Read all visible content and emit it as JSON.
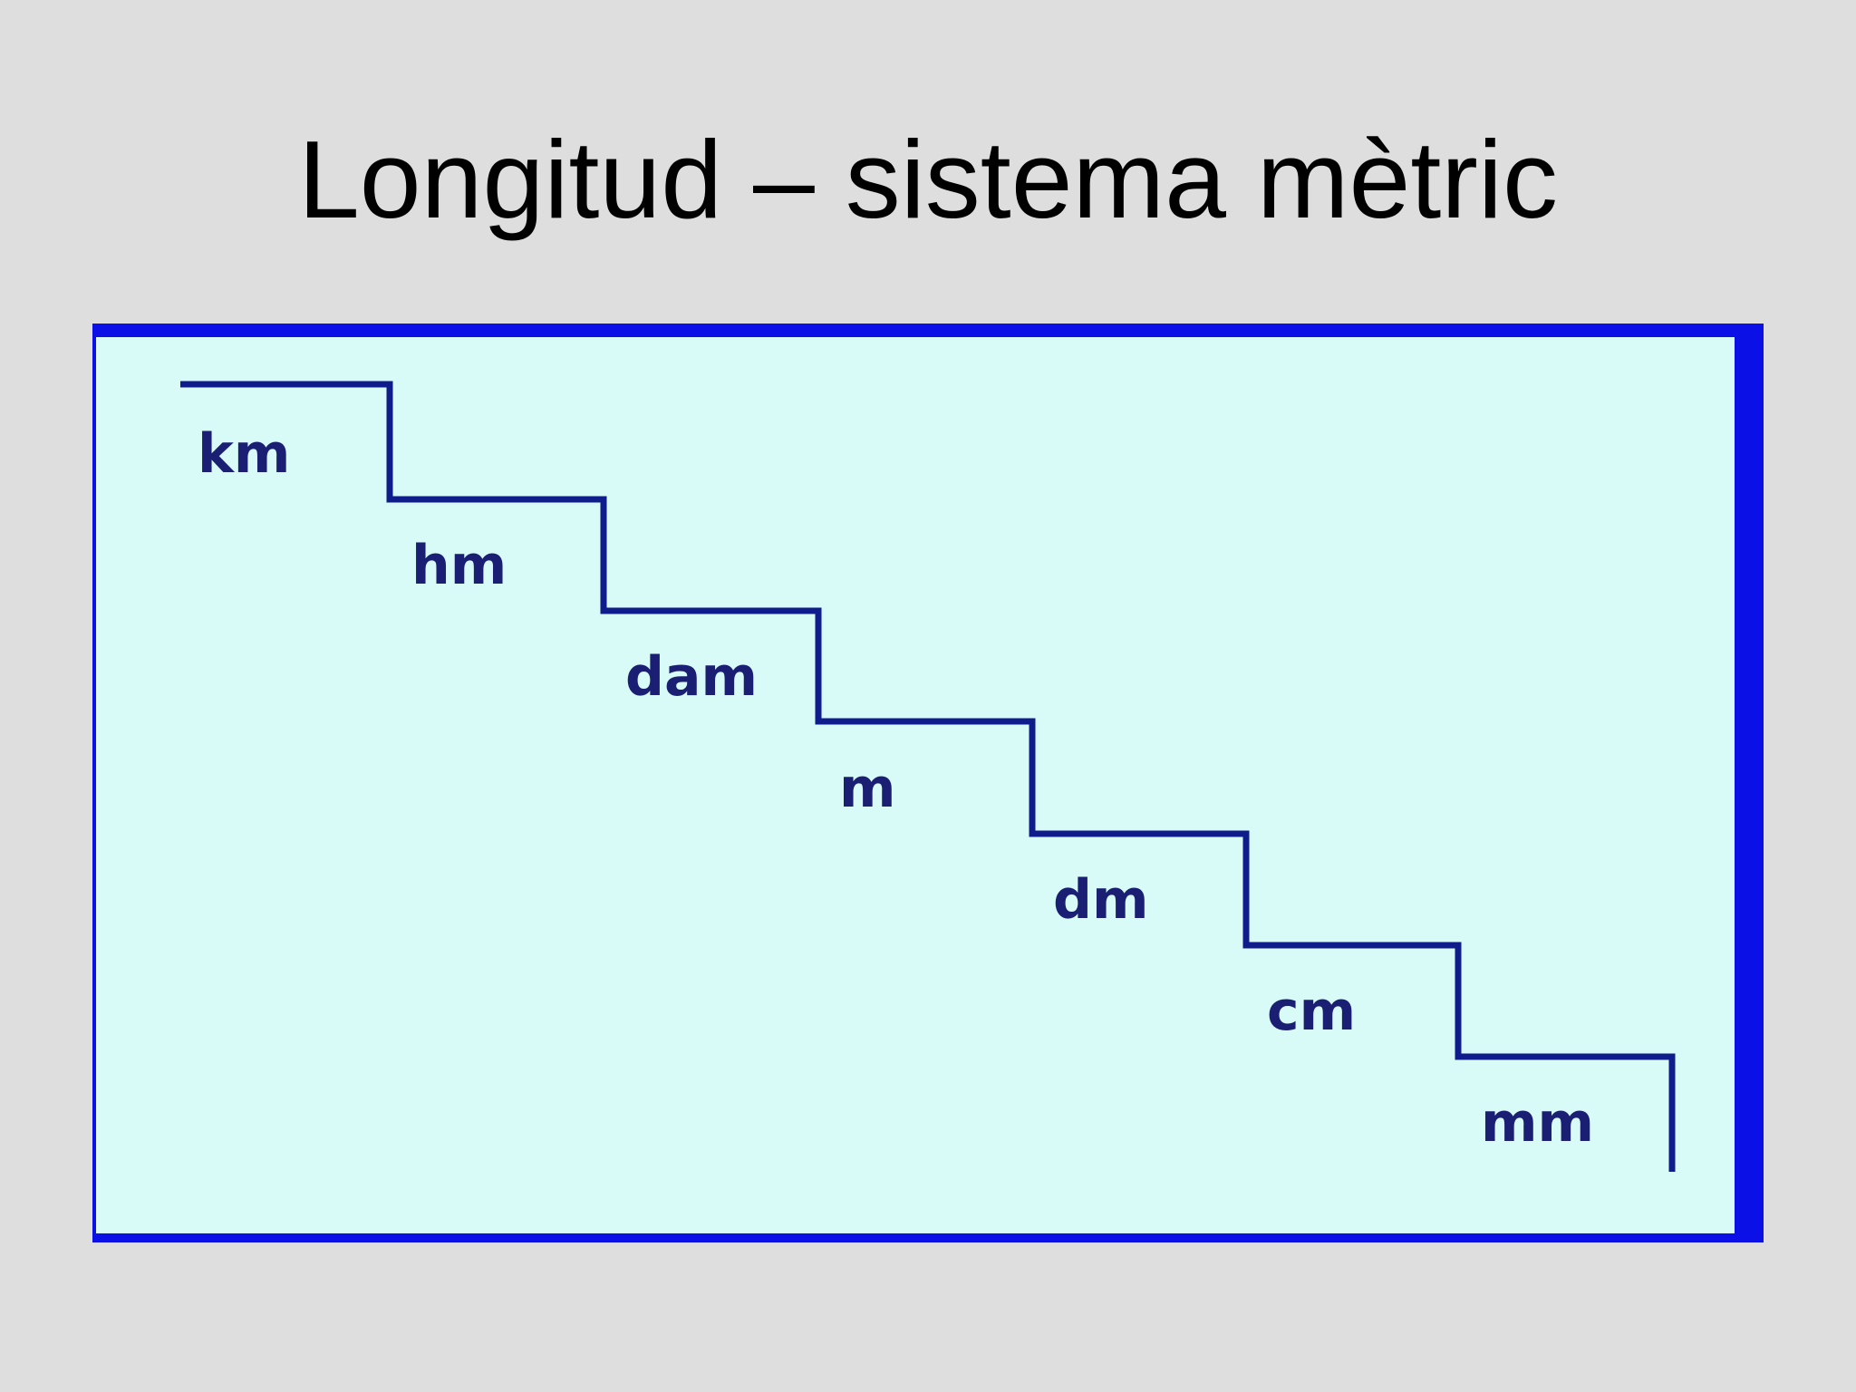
{
  "title": "Longitud – sistema mètric",
  "colors": {
    "background": "#dedede",
    "panel": "#d9fbf8",
    "frame": "#0a10e6",
    "stair_line": "#0f1c8c",
    "label": "#1a1f73"
  },
  "staircase": {
    "units": [
      "km",
      "hm",
      "dam",
      "m",
      "dm",
      "cm",
      "mm"
    ]
  }
}
